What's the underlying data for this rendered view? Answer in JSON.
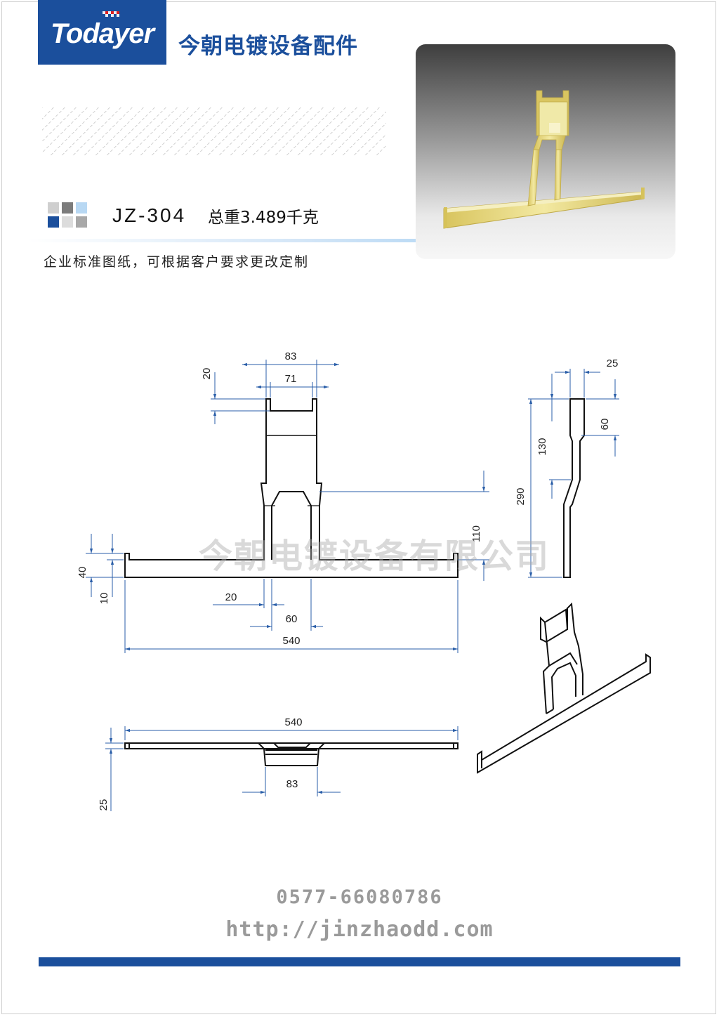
{
  "brand": {
    "logo_text": "Todayer",
    "company_title": "今朝电镀设备配件"
  },
  "product": {
    "model": "JZ-304",
    "weight": "总重3.489千克",
    "note": "企业标准图纸，可根据客户要求更改定制"
  },
  "drawing": {
    "front_view": {
      "dim_top_outer": "83",
      "dim_top_inner": "71",
      "dim_top_height": "20",
      "dim_bar_height": "40",
      "dim_bar_thickness": "10",
      "dim_leg_width": "20",
      "dim_leg_gap": "60",
      "dim_total_width": "540",
      "dim_mid_height": "110"
    },
    "side_view": {
      "dim_thickness": "25",
      "dim_upper": "60",
      "dim_mid": "130",
      "dim_total": "290"
    },
    "top_view": {
      "dim_width": "540",
      "dim_center": "83",
      "dim_depth": "25"
    }
  },
  "watermark": "今朝电镀设备有限公司",
  "contact": {
    "phone": "0577-66080786",
    "url": "http://jinzhaodd.com"
  },
  "colors": {
    "brand_blue": "#1b4f9c",
    "dim_blue": "#2a5ea8",
    "part_gold": "#e6d87c",
    "contact_gray": "#9a9a9a"
  }
}
